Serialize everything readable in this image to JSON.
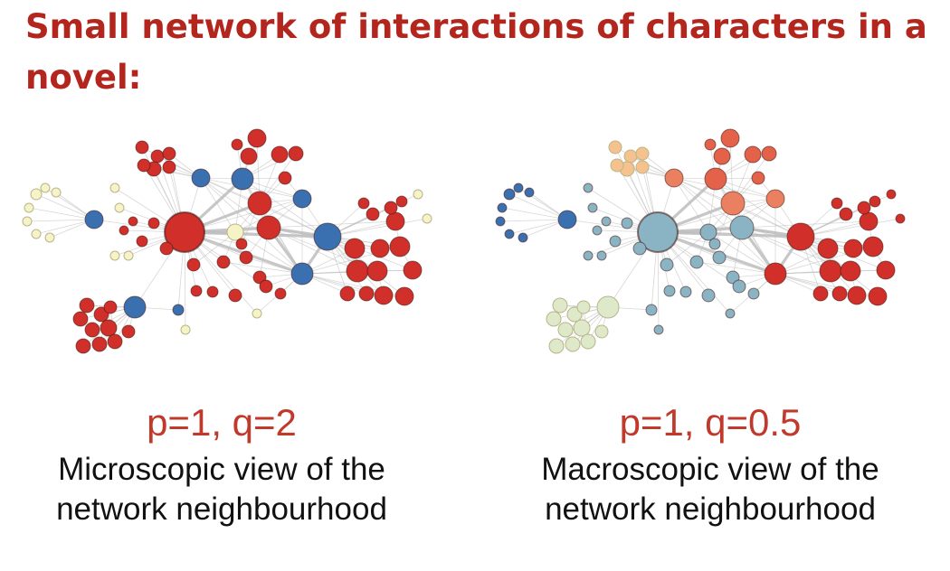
{
  "title": "Small network of interactions of characters in a novel:",
  "colors": {
    "title": "#b3261e",
    "params": "#c0392b",
    "edge": "#bdbdbd",
    "node_stroke": "#7a2a22",
    "left": {
      "red": "#d02f2a",
      "blue": "#3a6fb0",
      "yellow": "#f6f3c6"
    },
    "right": {
      "dark_red": "#d02f2a",
      "orange_red": "#e4614a",
      "salmon": "#ea8060",
      "peach": "#f5c28e",
      "teal": "#8ab3c4",
      "blue": "#3a6fb0",
      "pale_green": "#dde9c8"
    }
  },
  "panels": [
    {
      "id": "left",
      "params": "p=1, q=2",
      "description_lines": [
        "Microscopic view of the",
        "network neighbourhood"
      ],
      "color_scheme": "structural-red-blue-yellow"
    },
    {
      "id": "right",
      "params": "p=1, q=0.5",
      "description_lines": [
        "Macroscopic view of the",
        "network neighbourhood"
      ],
      "color_scheme": "community-clusters"
    }
  ]
}
